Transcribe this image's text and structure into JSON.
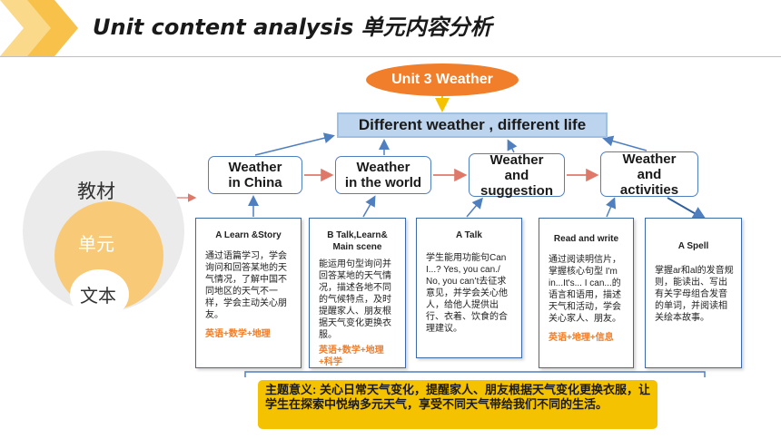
{
  "header": {
    "title": "Unit content analysis 单元内容分析"
  },
  "unit_oval": "Unit 3 Weather",
  "theme": "Different weather , different  life",
  "topics": [
    {
      "line1": "Weather",
      "line2": "in China",
      "line3": ""
    },
    {
      "line1": "Weather",
      "line2": "in the world",
      "line3": ""
    },
    {
      "line1": "Weather",
      "line2": "and",
      "line3": "suggestion"
    },
    {
      "line1": "Weather",
      "line2": "and",
      "line3": "activities"
    }
  ],
  "cards": [
    {
      "head": "A Learn &Story",
      "body": "通过语篇学习，学会询问和回答某地的天气情况，了解中国不同地区的天气不一样，学会主动关心朋友。",
      "subjects": "英语+数学+地理"
    },
    {
      "head": "B Talk,Learn& Main scene",
      "body": "能运用句型询问并回答某地的天气情况，描述各地不同的气候特点，及时提醒家人、朋友根据天气变化更换衣服。",
      "subjects": "英语+数学+地理+科学"
    },
    {
      "head": "A Talk",
      "body": "学生能用功能句Can I...? Yes, you can./ No, you can’t去征求意见，并学会关心他人，给他人提供出行、衣着、饮食的合理建议。",
      "subjects": ""
    },
    {
      "head": "Read and write",
      "body": "通过阅读明信片，掌握核心句型 I'm in...It's... I can...的语言和语用，描述天气和活动，学会关心家人、朋友。",
      "subjects": "英语+地理+信息"
    },
    {
      "head": "A Spell",
      "body": "掌握ar和al的发音规则，能读出、写出有关字母组合发音的单词，并阅读相关绘本故事。",
      "subjects": ""
    }
  ],
  "summary": "主题意义: 关心日常天气变化，提醒家人、朋友根据天气变化更换衣服，让学生在探索中悦纳多元天气，享受不同天气带给我们不同的生活。",
  "circle_labels": {
    "outer": "教材",
    "middle": "单元",
    "inner": "文本"
  },
  "colors": {
    "accent_orange": "#f07e2a",
    "chevron_yellow": "#f8c24a",
    "summary_yellow": "#f5c200",
    "theme_blue": "#bcd4ee",
    "border_blue": "#3b6aa7",
    "arrow_red": "#e0786a"
  }
}
